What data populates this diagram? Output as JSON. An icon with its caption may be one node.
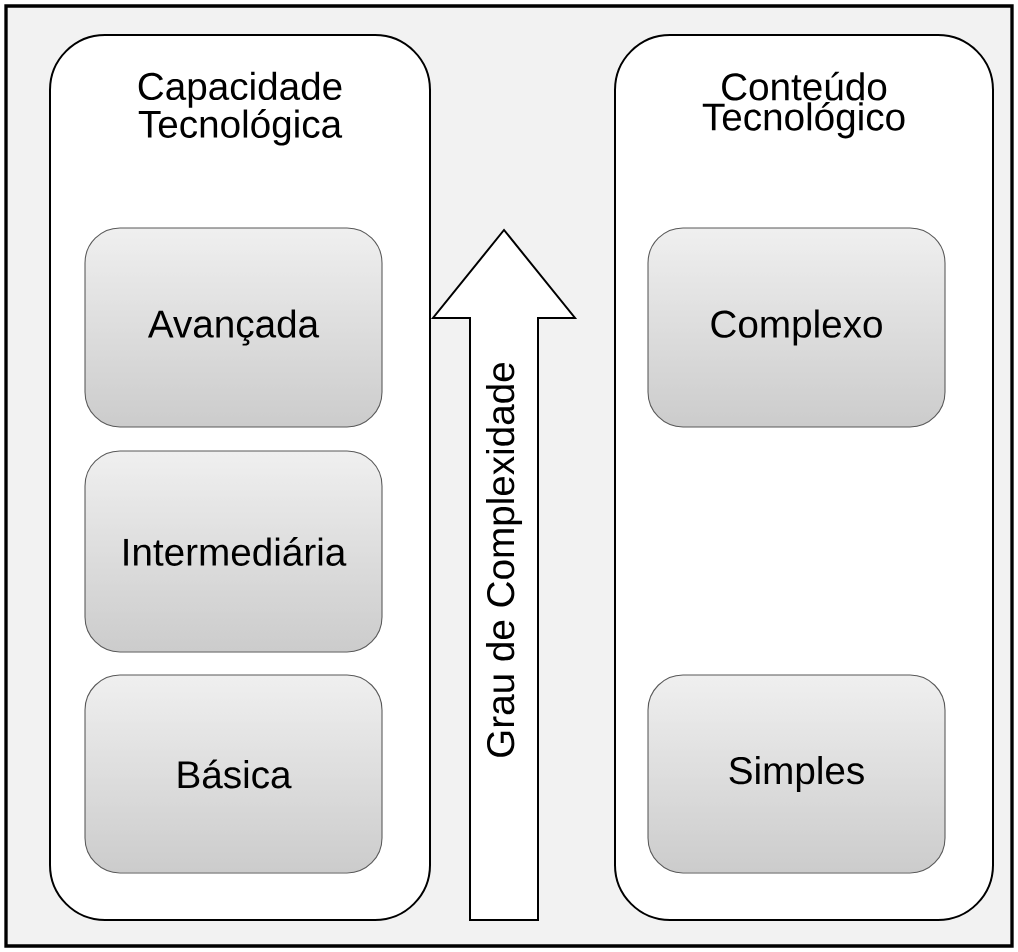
{
  "diagram": {
    "nodes": [
      {
        "text": [
          "Capacidade Tecnológica"
        ]
      },
      {
        "text": [
          "Avançada"
        ],
        "in": 0
      },
      {
        "text": [
          "Intermediária"
        ],
        "in": 0
      },
      {
        "text": [
          "Básica"
        ],
        "in": 0
      },
      {
        "text": [
          "Grau de Complexidade"
        ]
      },
      {
        "text": [
          "Conteúdo Tecnológico"
        ]
      },
      {
        "text": [
          "Complexo"
        ],
        "in": 5
      },
      {
        "text": [
          "Simples"
        ],
        "in": 5
      }
    ]
  }
}
